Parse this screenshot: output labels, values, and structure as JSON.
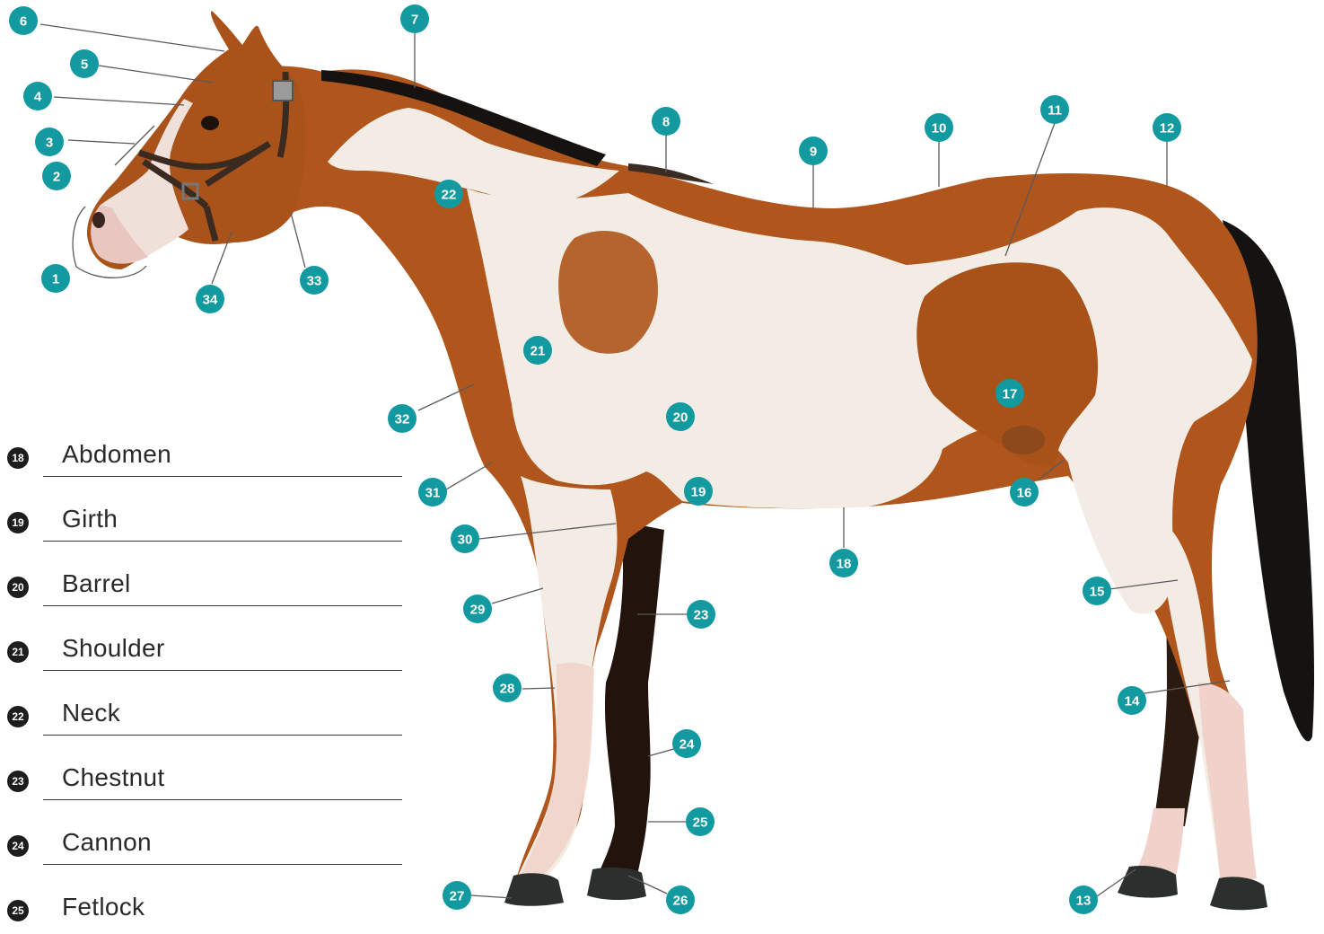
{
  "callouts": [
    "1",
    "2",
    "3",
    "4",
    "5",
    "6",
    "7",
    "8",
    "9",
    "10",
    "11",
    "12",
    "13",
    "14",
    "15",
    "16",
    "17",
    "18",
    "19",
    "20",
    "21",
    "22",
    "23",
    "24",
    "25",
    "26",
    "27",
    "28",
    "29",
    "30",
    "31",
    "32",
    "33",
    "34"
  ],
  "legend": [
    {
      "number": "18",
      "label": "Abdomen"
    },
    {
      "number": "19",
      "label": "Girth"
    },
    {
      "number": "20",
      "label": "Barrel"
    },
    {
      "number": "21",
      "label": "Shoulder"
    },
    {
      "number": "22",
      "label": "Neck"
    },
    {
      "number": "23",
      "label": "Chestnut"
    },
    {
      "number": "24",
      "label": "Cannon"
    },
    {
      "number": "25",
      "label": "Fetlock"
    }
  ],
  "colors": {
    "badge": "#139aa0",
    "horse_bay": "#b0561c",
    "horse_dark": "#5c2a0c",
    "horse_white": "#f3ece4",
    "mane_tail": "#141210",
    "hoof": "#2b302e",
    "pink_leg": "#f0d2ca",
    "legend_badge": "#1d1d1d"
  }
}
